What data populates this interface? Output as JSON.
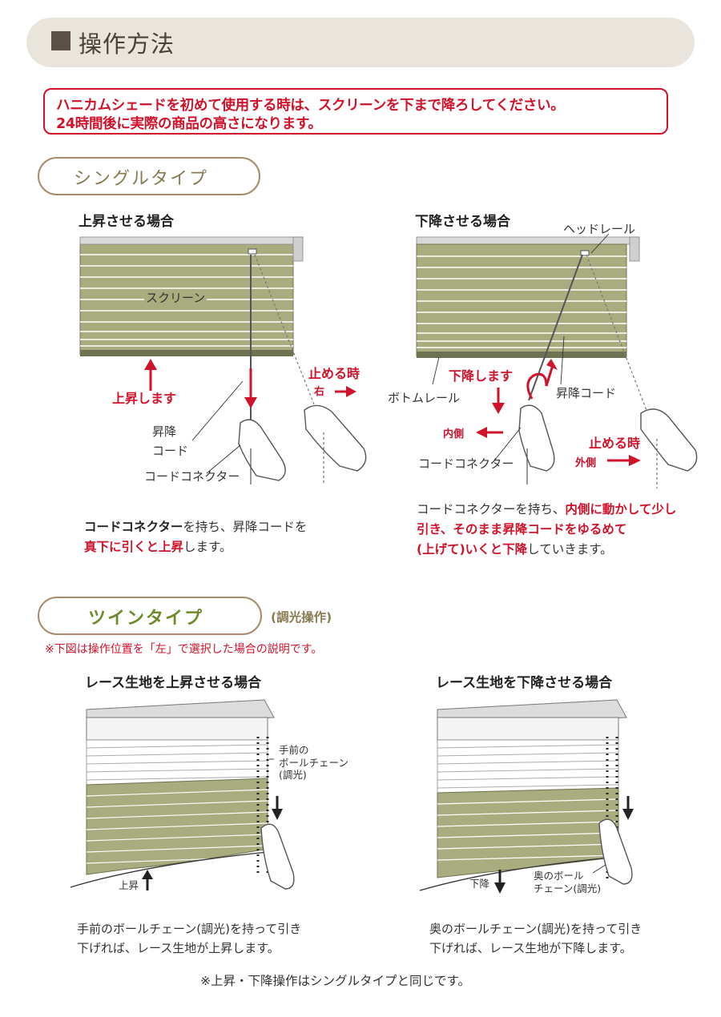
{
  "header": {
    "title": "操作方法"
  },
  "notice": {
    "line1": "ハニカムシェードを初めて使用する時は、スクリーンを下まで降ろしてください。",
    "line2": "24時間後に実際の商品の高さになります。"
  },
  "single": {
    "pill": "シングルタイプ",
    "raise": {
      "heading": "上昇させる場合",
      "screen_label": "スクリーン",
      "up_label": "上昇します",
      "stop_label": "止める時",
      "stop_dir": "右",
      "cord_label_1": "昇降",
      "cord_label_2": "コード",
      "connector_label": "コードコネクター",
      "desc_bold1": "コードコネクター",
      "desc_text1": "を持ち、昇降コードを",
      "desc_red": "真下に引くと上昇",
      "desc_text2": "します。"
    },
    "lower": {
      "heading": "下降させる場合",
      "headrail_label": "ヘッドレール",
      "down_label": "下降します",
      "bottom_rail_label": "ボトムレール",
      "cord_label": "昇降コード",
      "inner_label": "内側",
      "stop_label": "止める時",
      "outer_label": "外側",
      "connector_label": "コードコネクター",
      "desc_text1": "コードコネクターを持ち、",
      "desc_red1": "内側に動かして少し",
      "desc_red2": "引き、そのまま昇降コードをゆるめて",
      "desc_red3": "(上げて)いくと下降",
      "desc_text2": "していきます。"
    }
  },
  "twin": {
    "pill": "ツインタイプ",
    "pill_note": "(調光操作)",
    "note": "※下図は操作位置を「左」で選択した場合の説明です。",
    "raise": {
      "heading": "レース生地を上昇させる場合",
      "chain_label_1": "手前の",
      "chain_label_2": "ボールチェーン",
      "chain_label_3": "(調光)",
      "up_label": "上昇",
      "desc_1": "手前のボールチェーン(調光)を持って引き",
      "desc_2": "下げれば、レース生地が上昇します。"
    },
    "lower": {
      "heading": "レース生地を下降させる場合",
      "down_label": "下降",
      "chain_label_1": "奥のボール",
      "chain_label_2": "チェーン(調光)",
      "desc_1": "奥のボールチェーン(調光)を持って引き",
      "desc_2": "下げれば、レース生地が下降します。"
    },
    "footer": "※上昇・下降操作はシングルタイプと同じです。"
  },
  "colors": {
    "red": "#d0122b",
    "olive": "#a9ac7e",
    "header_bg": "#e9e4dc",
    "pill_border": "#a88a6a",
    "pill_text": "#8a7a52"
  }
}
